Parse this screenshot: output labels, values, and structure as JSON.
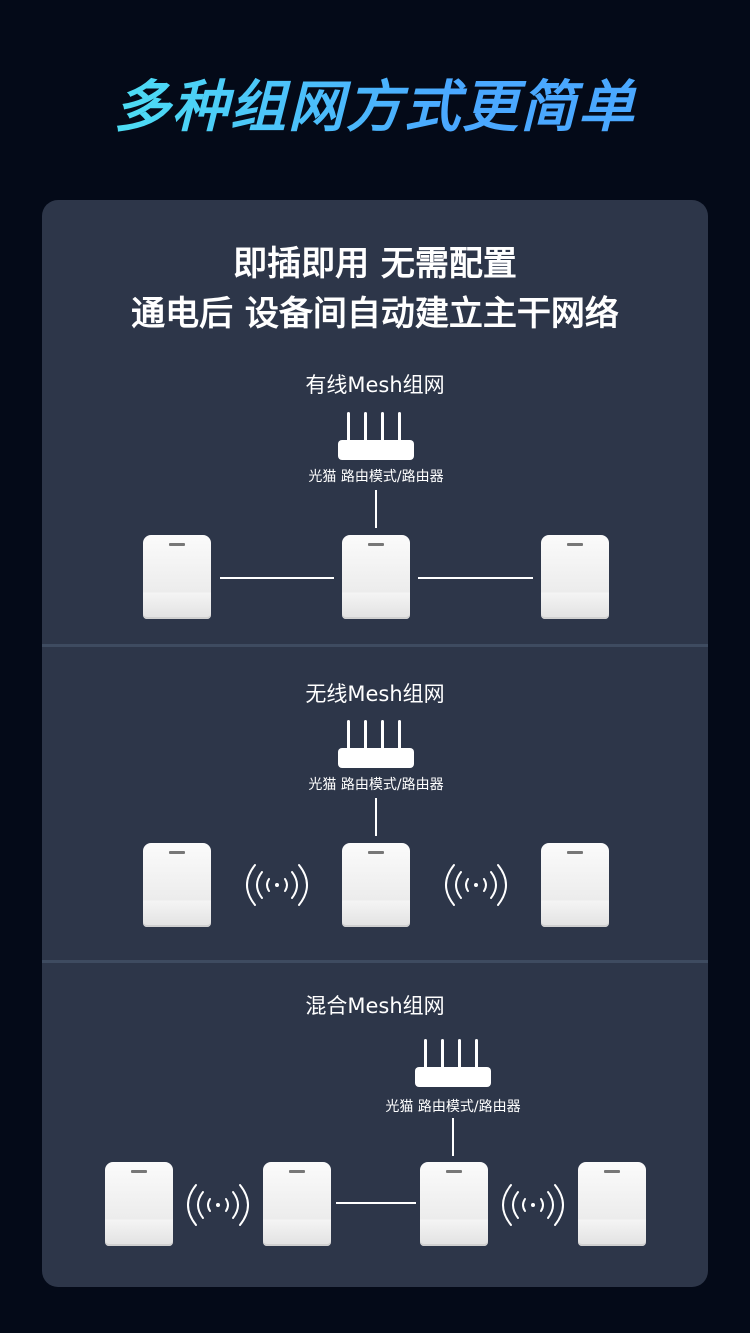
{
  "hero_title": "多种组网方式更简单",
  "subtitle": {
    "line1": "即插即用 无需配置",
    "line2": "通电后 设备间自动建立主干网络"
  },
  "sections": [
    {
      "title": "有线Mesh组网",
      "router_label": "光猫 路由模式/路由器"
    },
    {
      "title": "无线Mesh组网",
      "router_label": "光猫 路由模式/路由器"
    },
    {
      "title": "混合Mesh组网",
      "router_label": "光猫 路由模式/路由器"
    }
  ]
}
